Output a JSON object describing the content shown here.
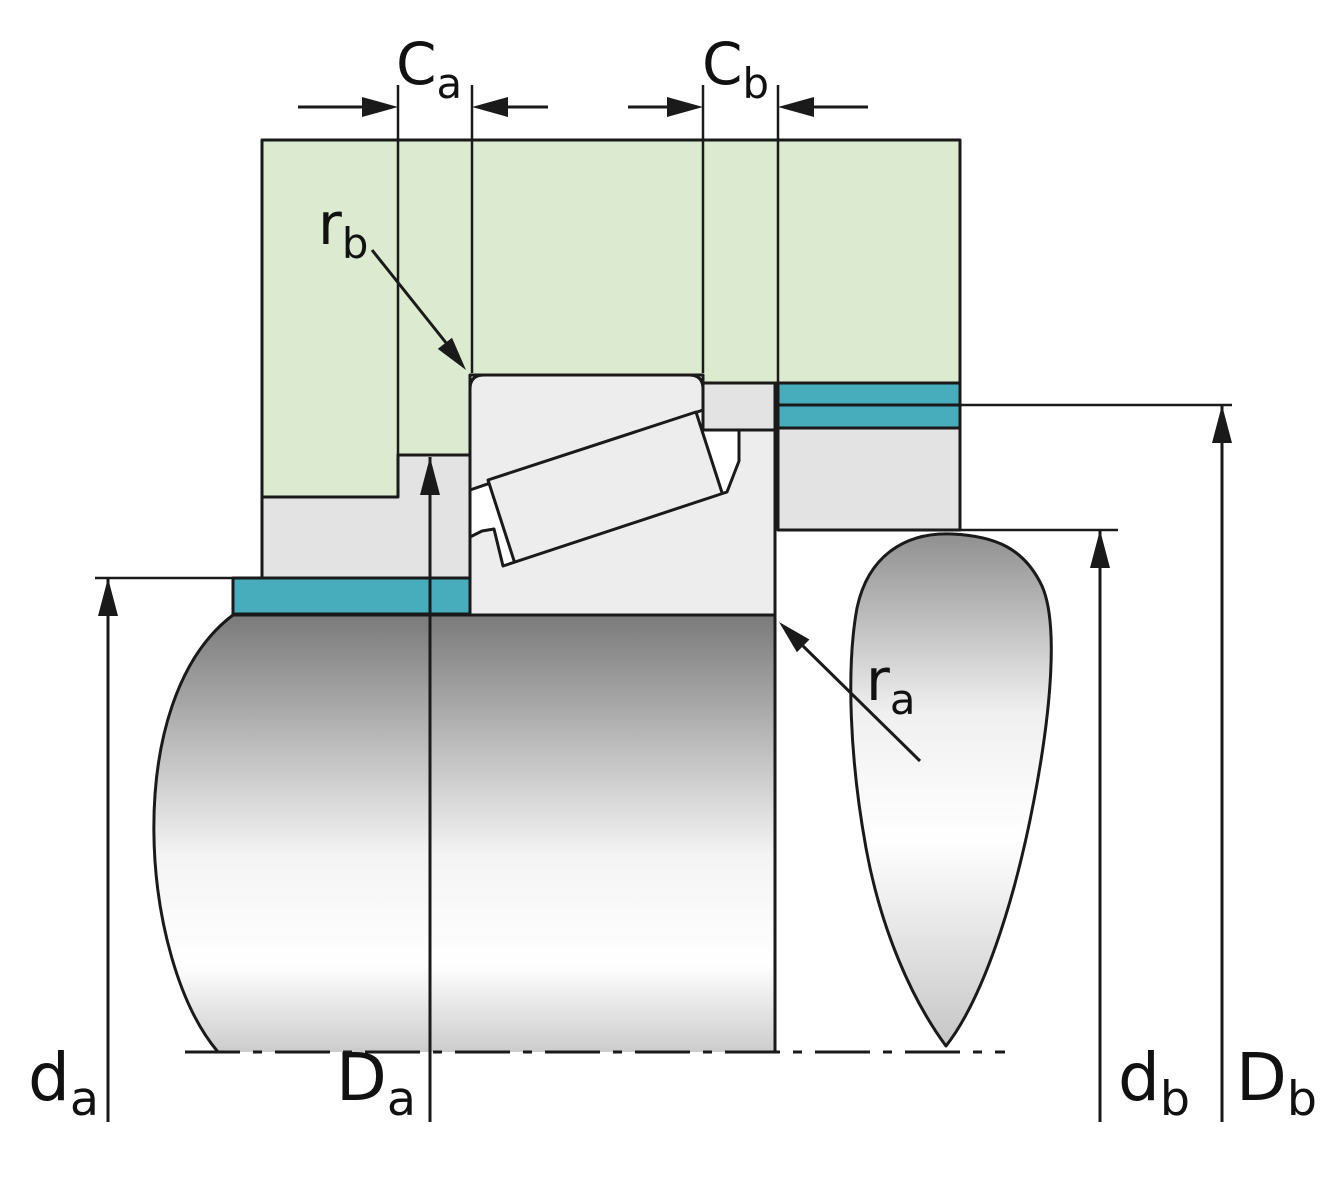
{
  "diagram": {
    "title": "bearing-mounting-dimensions-cross-section",
    "colors": {
      "outline": "#1a1a1a",
      "housing": "#dcead0",
      "sleeve": "#47acbb",
      "spacer": "#e3e3e3",
      "bearing": "#ededed",
      "shaft_top": "#7a7a7a",
      "shaft_mid": "#f4f4f4",
      "shaft_light": "#ffffff",
      "shaft_bottom": "#cccccc",
      "shoulder_top": "#909090",
      "shoulder_mid": "#f0f0f0",
      "shoulder_light": "#ffffff",
      "shoulder_bottom": "#c6c6c6"
    },
    "labels": {
      "Ca": {
        "main": "C",
        "sub": "a"
      },
      "Cb": {
        "main": "C",
        "sub": "b"
      },
      "rb": {
        "main": "r",
        "sub": "b"
      },
      "ra": {
        "main": "r",
        "sub": "a"
      },
      "da": {
        "main": "d",
        "sub": "a"
      },
      "Da": {
        "main": "D",
        "sub": "a"
      },
      "db": {
        "main": "d",
        "sub": "b"
      },
      "Db": {
        "main": "D",
        "sub": "b"
      }
    }
  }
}
